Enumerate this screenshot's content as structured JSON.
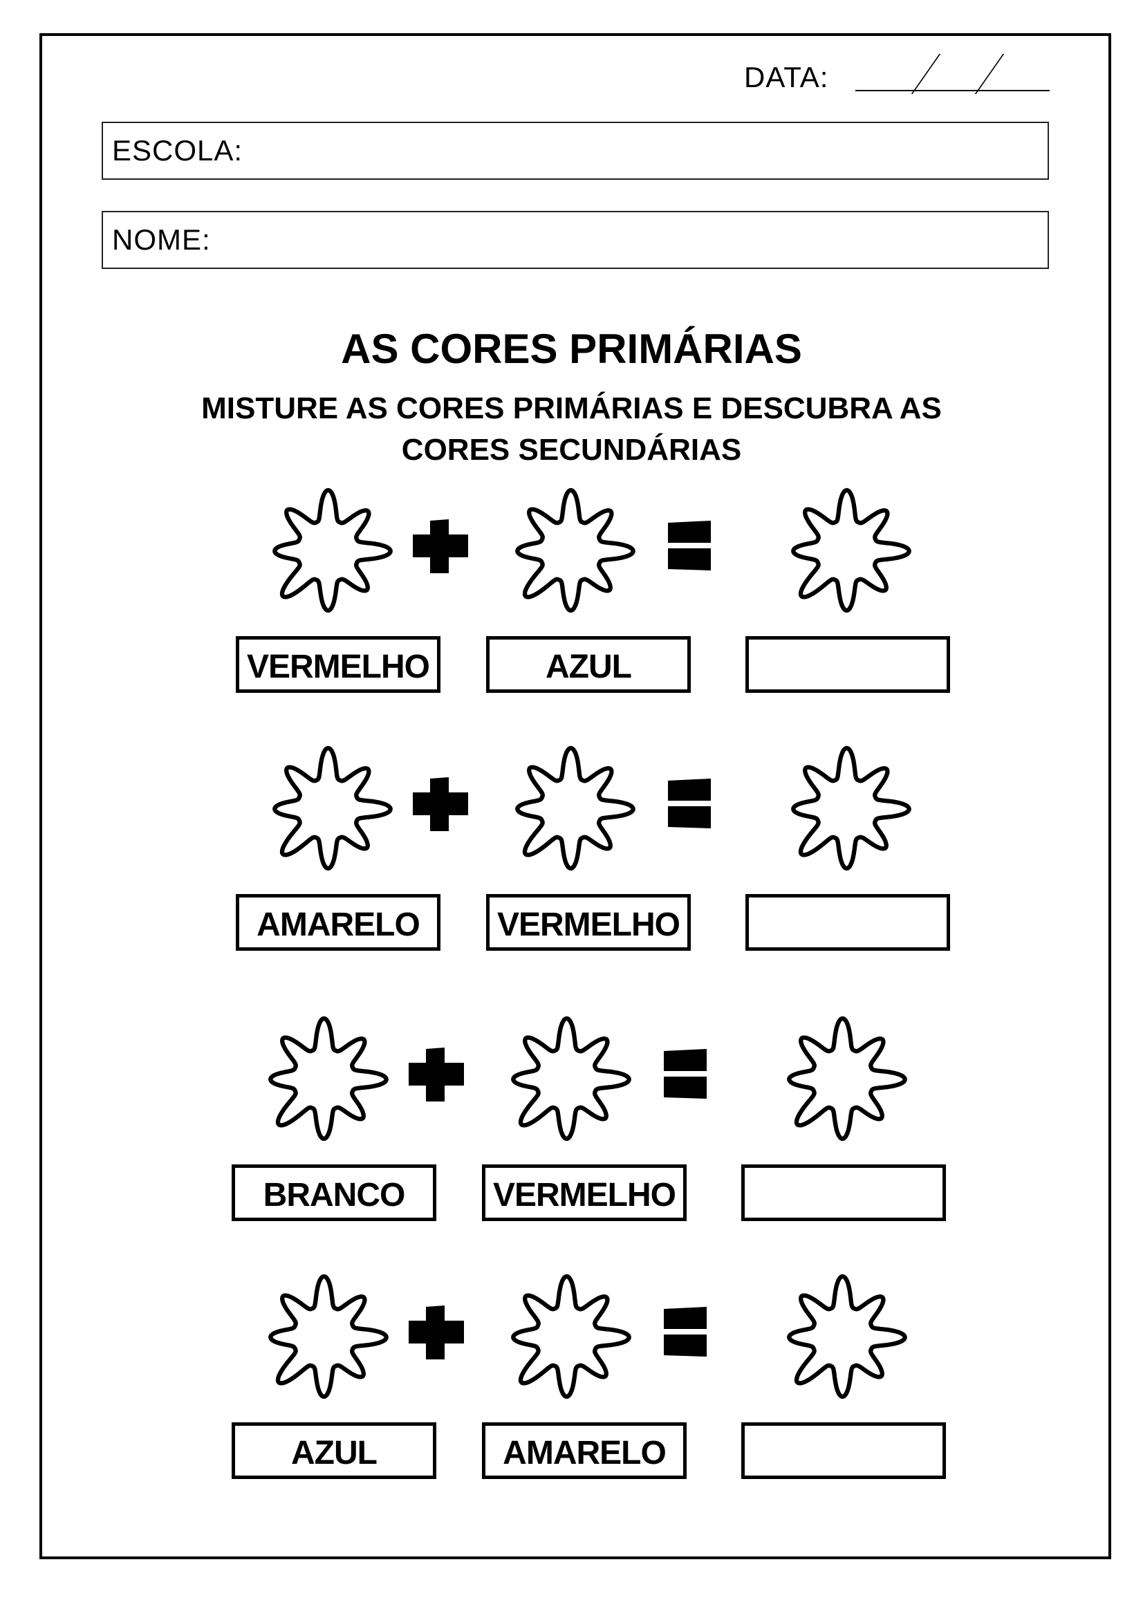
{
  "header": {
    "date_label": "DATA:",
    "school_label": "ESCOLA:",
    "name_label": "NOME:"
  },
  "title": "AS CORES PRIMÁRIAS",
  "instructions": [
    "MISTURE AS CORES PRIMÁRIAS E DESCUBRA AS",
    "CORES SECUNDÁRIAS"
  ],
  "rows": [
    {
      "color1": "VERMELHO",
      "color2": "AZUL",
      "answer": ""
    },
    {
      "color1": "AMARELO",
      "color2": "VERMELHO",
      "answer": ""
    },
    {
      "color1": "BRANCO",
      "color2": "VERMELHO",
      "answer": ""
    },
    {
      "color1": "AZUL",
      "color2": "AMARELO",
      "answer": ""
    }
  ],
  "icons": {
    "splat": "paint-splat-outline-icon",
    "plus": "plus-icon",
    "equals": "equals-icon"
  }
}
